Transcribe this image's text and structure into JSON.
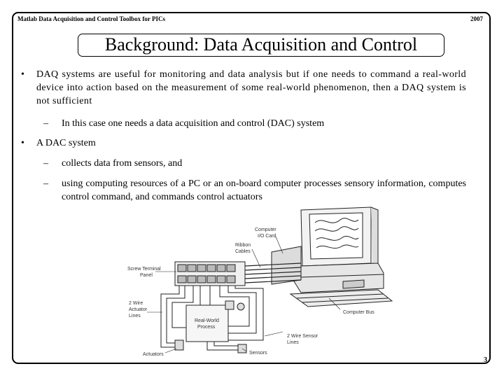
{
  "header": {
    "left": "Matlab Data Acquisition and Control Toolbox for PICs",
    "right": "2007"
  },
  "title": "Background: Data Acquisition and Control",
  "bullets": [
    "DAQ systems are useful for monitoring and data analysis but if one needs to command a real-world device into action based on the measurement of some real-world phenomenon, then a DAQ system is not sufficient",
    "A DAC system"
  ],
  "subbullets": [
    "In this case one needs a data acquisition and control (DAC) system",
    "collects data from sensors, and",
    "using computing resources of a PC or an on-board computer processes sensory information, computes control command, and commands control actuators"
  ],
  "marks": {
    "bullet": "•",
    "dash": "–"
  },
  "figure": {
    "labels": {
      "computer_io_card_1": "Computer",
      "computer_io_card_2": "I/O Card",
      "ribbon_cables_1": "Ribbon",
      "ribbon_cables_2": "Cables",
      "screw_terminal_1": "Screw Terminal",
      "screw_terminal_2": "Panel",
      "actuator_lines_1": "2 Wire",
      "actuator_lines_2": "Actuator",
      "actuator_lines_3": "Lines",
      "process_1": "Real-World",
      "process_2": "Process",
      "computer_bus": "Computer Bus",
      "sensor_lines_1": "2 Wire Sensor",
      "sensor_lines_2": "Lines",
      "actuators": "Actuators",
      "sensors": "Sensors"
    }
  },
  "page_number": "3"
}
